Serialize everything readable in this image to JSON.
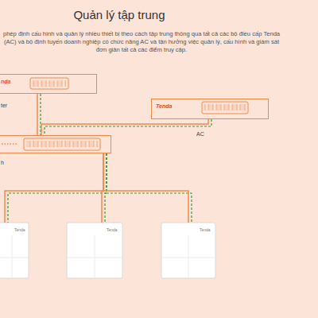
{
  "diagram": {
    "title": "Quản lý tập trung",
    "caption": "phép định cấu hình và quản lý nhiều thiết bị theo cách tập trung thông qua tất cả các bộ điều cấp Tenda (AC) và bộ định tuyến doanh nghiệp có chức năng AC và tận hưởng việc quản lý, cấu hình và giám sát đơn giản tất cả các điểm truy cập.",
    "nodes": [
      {
        "text": [
          "nda",
          "ter"
        ]
      },
      {
        "text": [
          "Tenda",
          "AC"
        ]
      },
      {
        "text": [
          "h"
        ]
      },
      {
        "text": [
          "Tenda"
        ]
      },
      {
        "text": [
          "Tenda"
        ]
      },
      {
        "text": [
          "Tenda"
        ]
      }
    ],
    "edges": [
      {
        "from": 0,
        "to": 2,
        "arrow": "none"
      },
      {
        "from": 1,
        "to": 2,
        "arrow": "none"
      },
      {
        "from": 2,
        "to": 3,
        "arrow": "none"
      },
      {
        "from": 2,
        "to": 4,
        "arrow": "none"
      },
      {
        "from": 2,
        "to": 5,
        "arrow": "none"
      }
    ]
  }
}
